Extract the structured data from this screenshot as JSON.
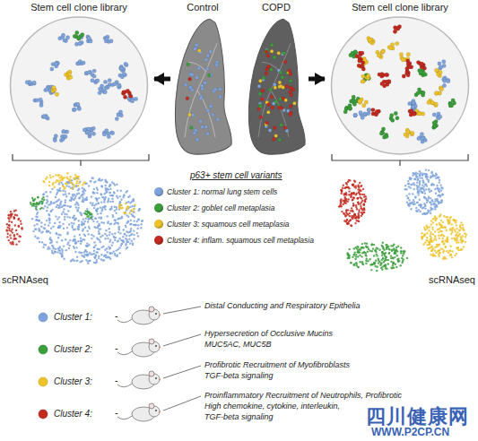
{
  "diagram": {
    "nodes": [
      {
        "text": [
          "Stem cell clone library"
        ]
      },
      {
        "text": [
          "Control"
        ]
      },
      {
        "text": [
          "COPD"
        ]
      },
      {
        "text": [
          "Stem cell clone library"
        ]
      },
      {
        "text": [
          "scRNAseq"
        ]
      },
      {
        "text": [
          "scRNAseq"
        ]
      }
    ],
    "edges": [
      {
        "from": 1,
        "to": 0,
        "arrow": "to"
      },
      {
        "from": 2,
        "to": 3,
        "arrow": "to"
      }
    ],
    "labels": [
      "p63+ stem cell variants",
      "Cluster 1:",
      "-",
      "Distal Conducting and Respiratory Epithelia",
      "Cluster 2:",
      "-",
      "Hypersecretion of Occlusive Mucins",
      "MUC5AC, MUC5B",
      "Cluster 3:",
      "-",
      "Profibrotic Recruitment of Myofibroblasts",
      "TGF-beta signaling",
      "Cluster 4:",
      "-",
      "Proinflammatory Recruitment of Neutrophils, Profibrotic",
      "High chemokine, cytokine, interleukin,",
      "TGF-beta signaling",
      "四川健康网",
      "WWW.P2CP.CN"
    ],
    "legend": [
      {
        "text": "Cluster 1: normal lung stem cells",
        "color": "#7ea3dc"
      },
      {
        "text": "Cluster 2: goblet cell metaplasia",
        "color": "#3b9e3b"
      },
      {
        "text": "Cluster 3: squamous cell metaplasia",
        "color": "#eec32a"
      },
      {
        "text": "Cluster 4: inflam. squamous cell metaplasia",
        "color": "#c22a20"
      }
    ]
  }
}
